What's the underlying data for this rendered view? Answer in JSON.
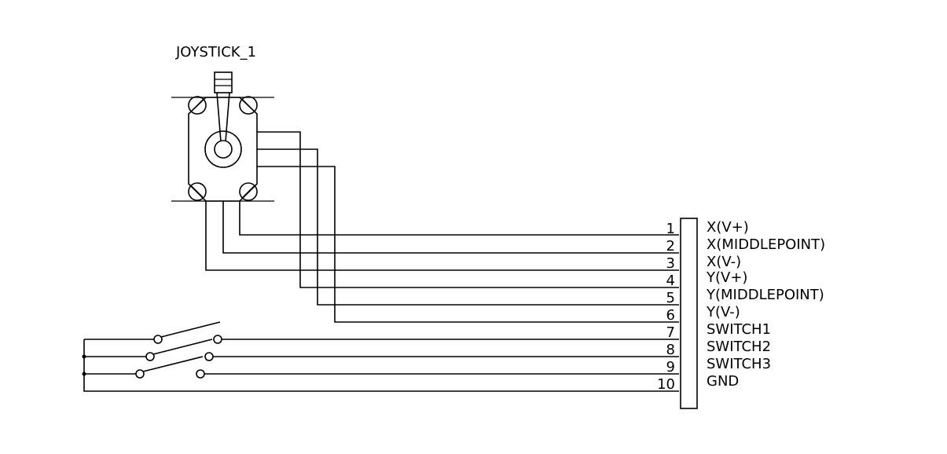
{
  "component_label": "JOYSTICK_1",
  "connector": {
    "pins": [
      {
        "number": "1",
        "label": "X(V+)"
      },
      {
        "number": "2",
        "label": "X(MIDDLEPOINT)"
      },
      {
        "number": "3",
        "label": "X(V-)"
      },
      {
        "number": "4",
        "label": "Y(V+)"
      },
      {
        "number": "5",
        "label": "Y(MIDDLEPOINT)"
      },
      {
        "number": "6",
        "label": "Y(V-)"
      },
      {
        "number": "7",
        "label": "SWITCH1"
      },
      {
        "number": "8",
        "label": "SWITCH2"
      },
      {
        "number": "9",
        "label": "SWITCH3"
      },
      {
        "number": "10",
        "label": "GND"
      }
    ]
  },
  "switch_count": 3,
  "colors": {
    "line": "#000000",
    "background": "#ffffff"
  }
}
